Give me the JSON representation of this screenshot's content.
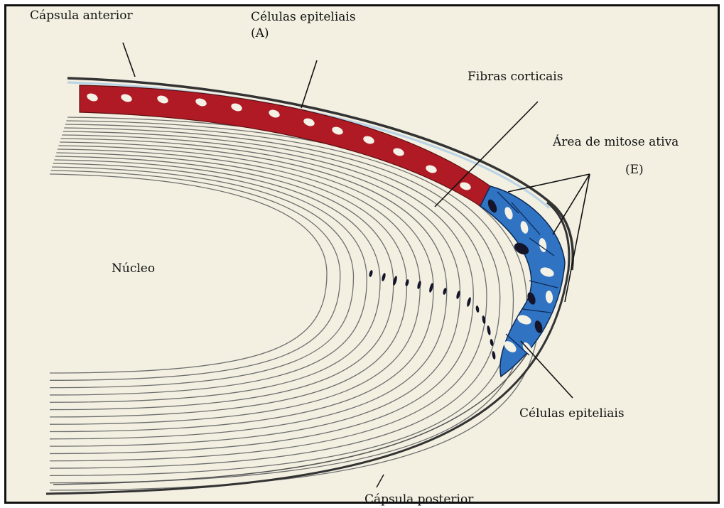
{
  "labels": {
    "anterior_capsule": "Cápsula anterior",
    "epithelial_cells_a_line1": "Células epiteliais",
    "epithelial_cells_a_line2": "(A)",
    "cortical_fibers": "Fibras corticais",
    "active_mitosis_line1": "Área de mitose ativa",
    "active_mitosis_line2": "(E)",
    "nucleus": "Núcleo",
    "epithelial_cells_equator": "Células epiteliais",
    "posterior_capsule": "Cápsula posterior"
  },
  "colors": {
    "background": "#f3f0e2",
    "frame": "#111111",
    "anterior_epithelium": "#b01a24",
    "equatorial_epithelium": "#2f73c2",
    "capsule": "#5b7f9a",
    "fibers": "#6e6e6e",
    "cell_nuclei": "#f4f1e6",
    "dark_nuclei": "#14142a"
  }
}
